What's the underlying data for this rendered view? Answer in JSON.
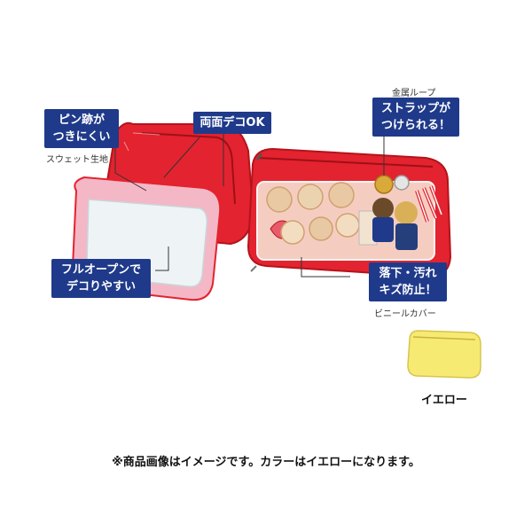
{
  "callouts": {
    "pin_marks": "ピン跡が\nつきにくい",
    "pin_marks_sub": "スウェット生地",
    "both_sides": "両面デコOK",
    "metal_loop_sub": "金属ループ",
    "strap": "ストラップが\nつけられる！",
    "full_open": "フルオープンで\nデコりやすい",
    "vinyl": "落下・汚れ\nキズ防止！",
    "vinyl_sub": "ビニールカバー"
  },
  "color_swatch": {
    "label": "イエロー",
    "color": "#f7ea73"
  },
  "product_color": "#e3232f",
  "note": "※商品画像はイメージです。カラーはイエローになります。"
}
